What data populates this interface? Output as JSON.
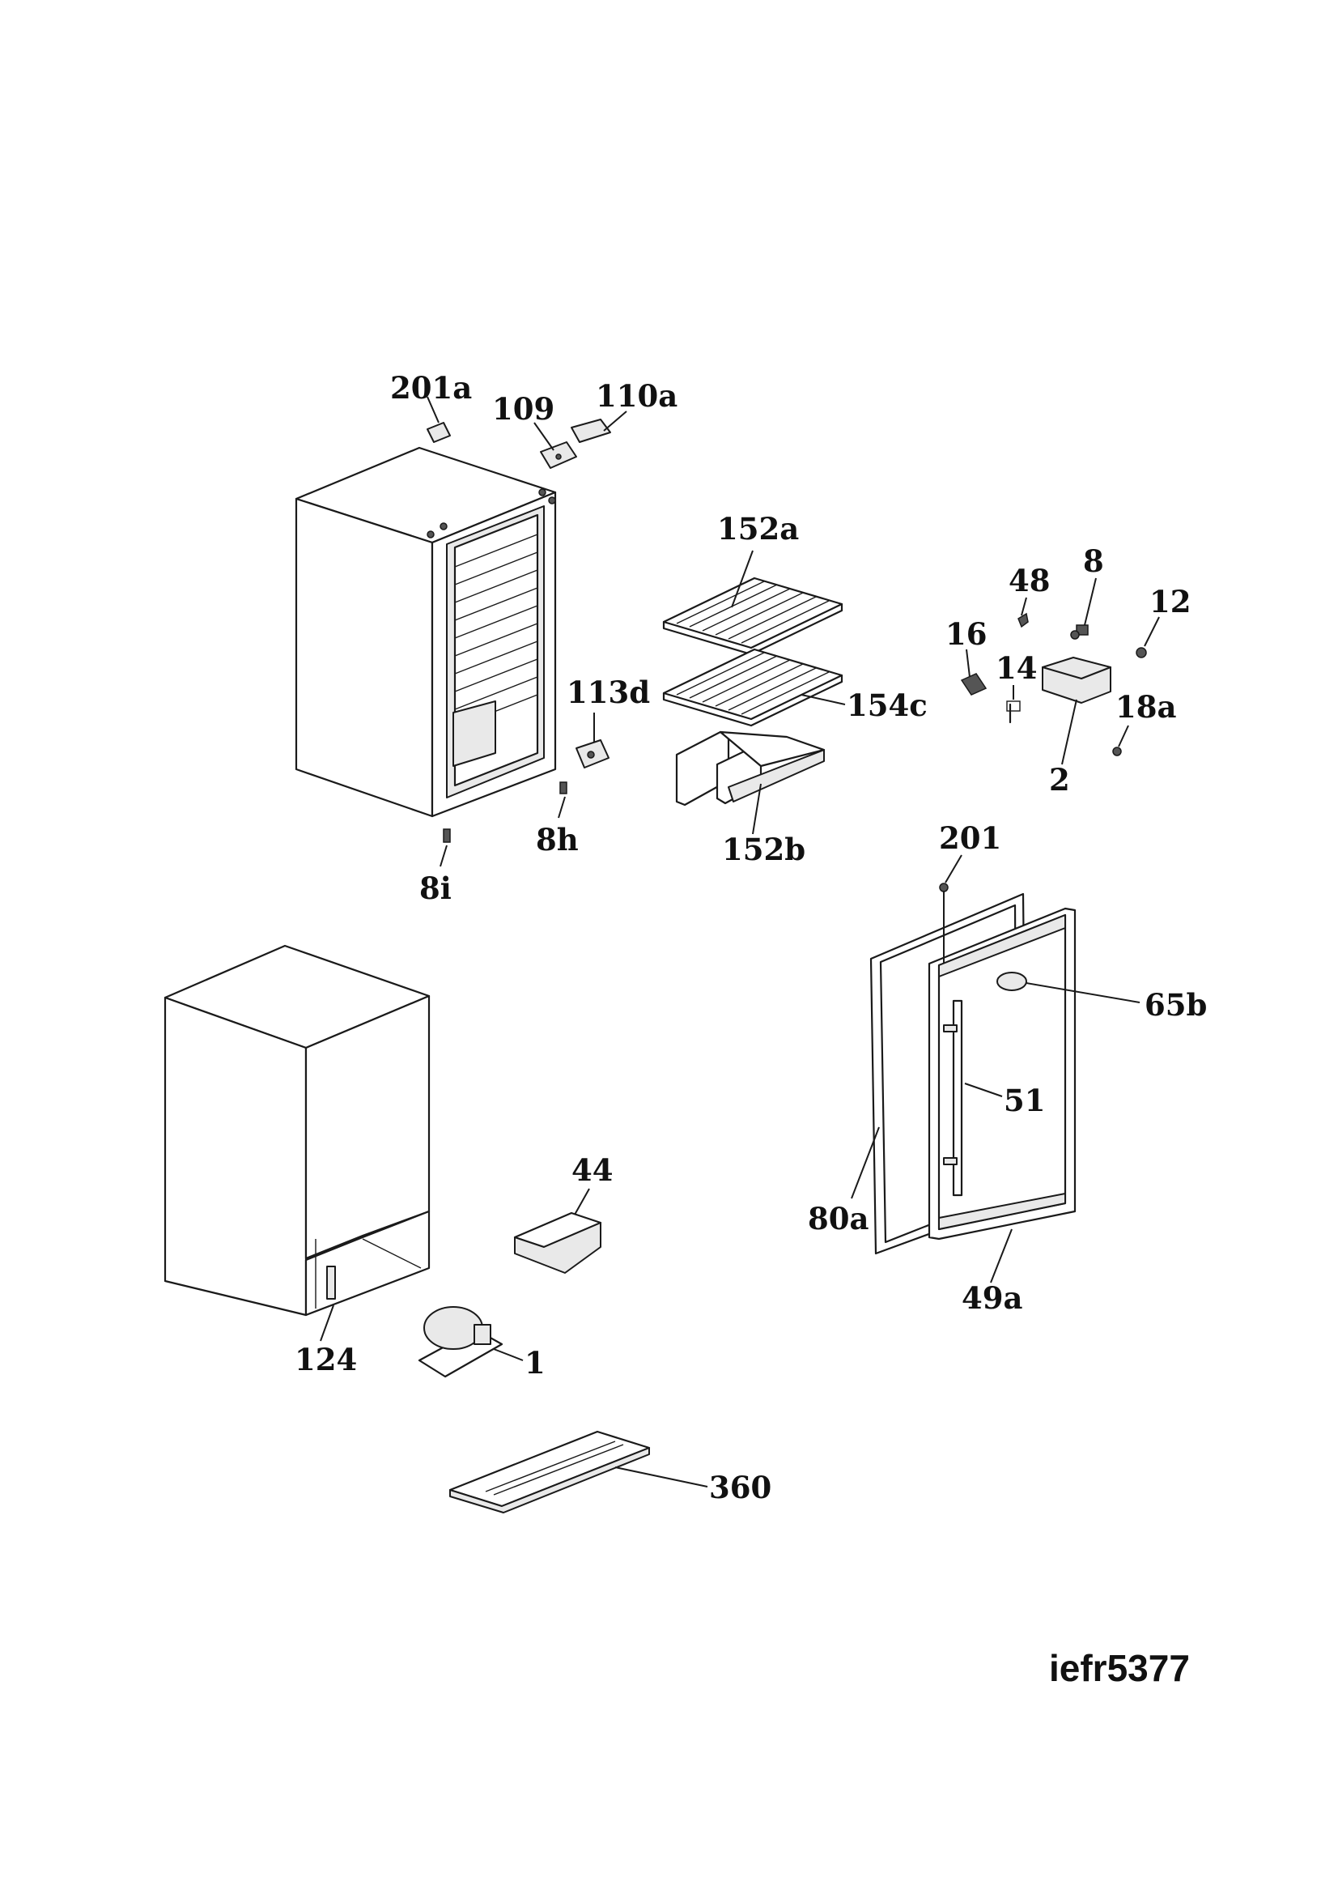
{
  "diagram_code": "iefr5377",
  "labels": {
    "201a": "201a",
    "109": "109",
    "110a": "110a",
    "152a": "152a",
    "48": "48",
    "8": "8",
    "12": "12",
    "16": "16",
    "14": "14",
    "18a": "18a",
    "2": "2",
    "113d": "113d",
    "154c": "154c",
    "152b": "152b",
    "8h": "8h",
    "8i": "8i",
    "201": "201",
    "65b": "65b",
    "51": "51",
    "80a": "80a",
    "49a": "49a",
    "44": "44",
    "124": "124",
    "1": "1",
    "360": "360"
  }
}
